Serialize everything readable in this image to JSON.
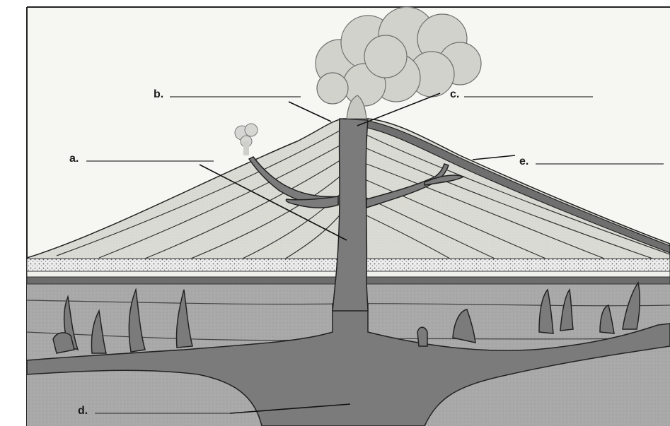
{
  "labels": {
    "a": "a.",
    "b": "b.",
    "c": "c.",
    "d": "d.",
    "e": "e."
  },
  "colors": {
    "magma": "#7b7b7b",
    "magma_dark": "#6a6a6a",
    "ground": "#a9a9a9",
    "volcano_layers": "#dcdcd6",
    "ash_band": "#cfcfcf",
    "sky": "#f6f6f2",
    "outline": "#222222"
  }
}
